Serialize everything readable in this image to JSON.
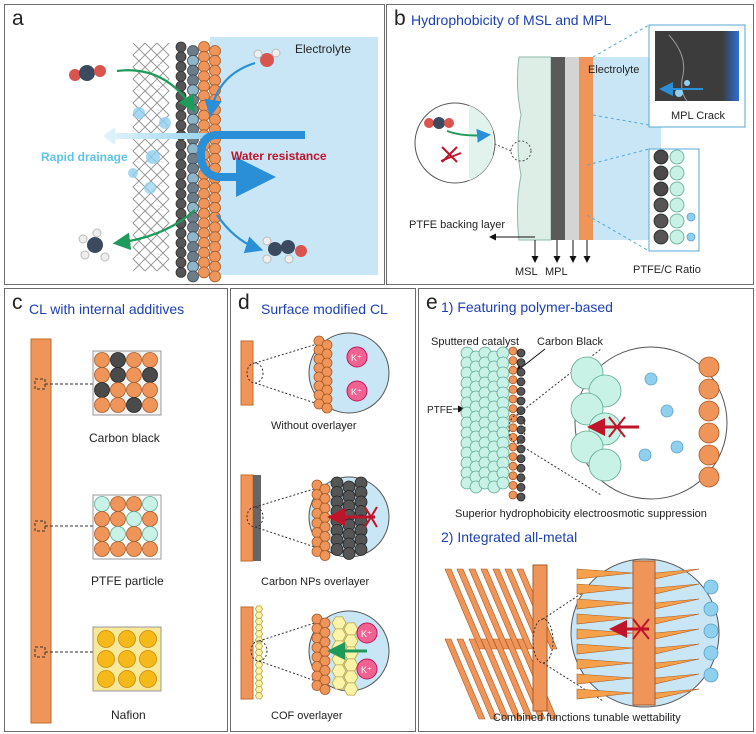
{
  "panels": {
    "a": {
      "label": "a",
      "electrolyte": "Electrolyte",
      "drainage": "Rapid drainage",
      "resistance": "Water resistance"
    },
    "b": {
      "label": "b",
      "title": "Hydrophobicity of MSL and MPL",
      "electrolyte": "Electrolyte",
      "crack": "MPL Crack",
      "ptfe_backing": "PTFE backing layer",
      "msl": "MSL",
      "mpl": "MPL",
      "ratio": "PTFE/C Ratio"
    },
    "c": {
      "label": "c",
      "title": "CL with internal additives",
      "carbon": "Carbon black",
      "ptfe": "PTFE particle",
      "nafion": "Nafion"
    },
    "d": {
      "label": "d",
      "title": "Surface modified CL",
      "without": "Without  overlayer",
      "carbon_np": "Carbon NPs overlayer",
      "cof": "COF  overlayer",
      "ion": "K⁺"
    },
    "e": {
      "label": "e",
      "title1": "1) Featuring polymer-based",
      "sputtered": "Sputtered catalyst",
      "carbon_black": "Carbon Black",
      "ptfe": "PTFE",
      "caption1": "Superior hydrophobicity electroosmotic suppression",
      "title2": "2) Integrated all-metal",
      "caption2": "Combined functions tunable wettability"
    }
  },
  "colors": {
    "catalyst": "#f0955a",
    "carbon": "#565656",
    "ptfe": "#c8f2e6",
    "electrolyte": "#c9e6f6",
    "nafion": "#fbdc2a",
    "title": "#1b3fb5",
    "arrow_red": "#c0142a"
  }
}
